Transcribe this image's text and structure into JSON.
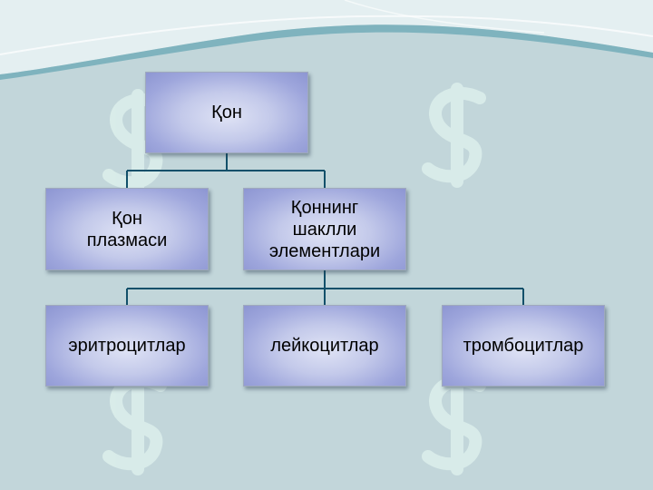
{
  "diagram": {
    "root": {
      "label": "Қон"
    },
    "level1": [
      {
        "label": "Қон\nплазмаси"
      },
      {
        "label": "Қоннинг\nшаклли\nэлементлари"
      }
    ],
    "level2": [
      {
        "label": "эритроцитлар"
      },
      {
        "label": "лейкоцитлар"
      },
      {
        "label": "тромбоцитлар"
      }
    ]
  },
  "colors": {
    "connector": "#12506a",
    "box_border": "#9fa9bd",
    "background": "#c2d6da"
  },
  "icons": {
    "watermark": "stylized-s-logo-icon"
  }
}
